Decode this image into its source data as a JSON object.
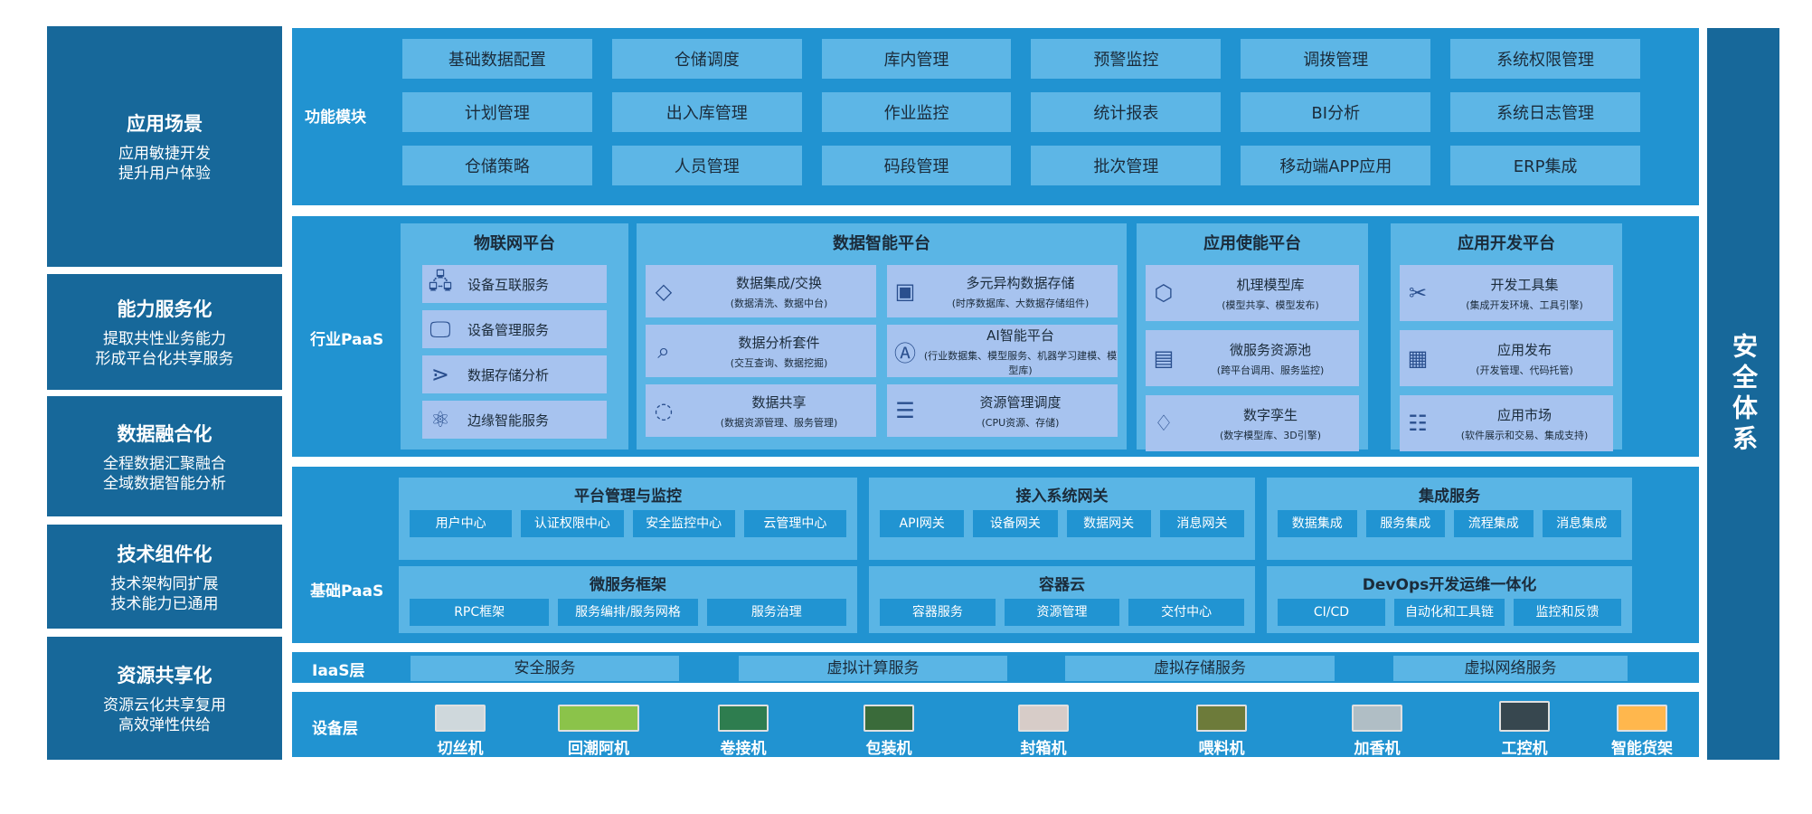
{
  "left_column": [
    {
      "title": "应用场景",
      "lines": [
        "应用敏捷开发",
        "提升用户体验"
      ]
    },
    {
      "title": "能力服务化",
      "lines": [
        "提取共性业务能力",
        "形成平台化共享服务"
      ]
    },
    {
      "title": "数据融合化",
      "lines": [
        "全程数据汇聚融合",
        "全域数据智能分析"
      ]
    },
    {
      "title": "技术组件化",
      "lines": [
        "技术架构同扩展",
        "技术能力已通用"
      ]
    },
    {
      "title": "资源共享化",
      "lines": [
        "资源云化共享复用",
        "高效弹性供给"
      ]
    }
  ],
  "function_modules": {
    "label": "功能模块",
    "items": [
      "基础数据配置",
      "仓储调度",
      "库内管理",
      "预警监控",
      "调拨管理",
      "系统权限管理",
      "计划管理",
      "出入库管理",
      "作业监控",
      "统计报表",
      "BI分析",
      "系统日志管理",
      "仓储策略",
      "人员管理",
      "码段管理",
      "批次管理",
      "移动端APP应用",
      "ERP集成"
    ]
  },
  "industry_paas": {
    "label": "行业PaaS",
    "platforms": [
      {
        "title": "物联网平台",
        "cards": [
          {
            "icon": "device-network-icon",
            "name": "设备互联服务"
          },
          {
            "icon": "monitor-icon",
            "name": "设备管理服务"
          },
          {
            "icon": "share-nodes-icon",
            "name": "数据存储分析"
          },
          {
            "icon": "atom-icon",
            "name": "边缘智能服务"
          }
        ]
      },
      {
        "title": "数据智能平台",
        "cards": [
          {
            "icon": "diamond-icon",
            "name": "数据集成/交换",
            "sub": "(数据清洗、数据中台)"
          },
          {
            "icon": "floppy-icon",
            "name": "多元异构数据存储",
            "sub": "(时序数据库、大数据存储组件)"
          },
          {
            "icon": "analysis-icon",
            "name": "数据分析套件",
            "sub": "(交互查询、数据挖掘)"
          },
          {
            "icon": "ai-head-icon",
            "name": "AI智能平台",
            "sub": "(行业数据集、模型服务、机器学习建模、模型库)"
          },
          {
            "icon": "share-circle-icon",
            "name": "数据共享",
            "sub": "(数据资源管理、服务管理)"
          },
          {
            "icon": "server-icon",
            "name": "资源管理调度",
            "sub": "(CPU资源、存储)"
          }
        ]
      },
      {
        "title": "应用使能平台",
        "cards": [
          {
            "icon": "hexagons-icon",
            "name": "机理模型库",
            "sub": "(模型共享、模型发布)"
          },
          {
            "icon": "inbox-icon",
            "name": "微服务资源池",
            "sub": "(跨平台调用、服务监控)"
          },
          {
            "icon": "gem-icon",
            "name": "数字孪生",
            "sub": "(数字模型库、3D引擎)"
          }
        ]
      },
      {
        "title": "应用开发平台",
        "cards": [
          {
            "icon": "tools-icon",
            "name": "开发工具集",
            "sub": "(集成开发环境、工具引擎)"
          },
          {
            "icon": "apps-icon",
            "name": "应用发布",
            "sub": "(开发管理、代码托管)"
          },
          {
            "icon": "list-icon",
            "name": "应用市场",
            "sub": "(软件展示和交易、集成支持)"
          }
        ]
      }
    ]
  },
  "base_paas": {
    "label": "基础PaaS",
    "blocks": [
      {
        "title": "平台管理与监控",
        "items": [
          "用户中心",
          "认证权限中心",
          "安全监控中心",
          "云管理中心"
        ]
      },
      {
        "title": "接入系统网关",
        "items": [
          "API网关",
          "设备网关",
          "数据网关",
          "消息网关"
        ]
      },
      {
        "title": "集成服务",
        "items": [
          "数据集成",
          "服务集成",
          "流程集成",
          "消息集成"
        ]
      },
      {
        "title": "微服务框架",
        "items": [
          "RPC框架",
          "服务编排/服务网格",
          "服务治理"
        ]
      },
      {
        "title": "容器云",
        "items": [
          "容器服务",
          "资源管理",
          "交付中心"
        ]
      },
      {
        "title": "DevOps开发运维一体化",
        "items": [
          "CI/CD",
          "自动化和工具链",
          "监控和反馈"
        ]
      }
    ]
  },
  "iaas": {
    "label": "IaaS层",
    "items": [
      "安全服务",
      "虚拟计算服务",
      "虚拟存储服务",
      "虚拟网络服务"
    ]
  },
  "devices": {
    "label": "设备层",
    "items": [
      "切丝机",
      "回潮阿机",
      "卷接机",
      "包装机",
      "封箱机",
      "喂料机",
      "加香机",
      "工控机",
      "智能货架"
    ]
  },
  "security": {
    "label": "安全体系"
  },
  "colors": {
    "dark": "#17689a",
    "band": "#2193d1",
    "module": "#5ab5e5",
    "card": "#a7c3ef",
    "icon": "#2a4f8e"
  }
}
